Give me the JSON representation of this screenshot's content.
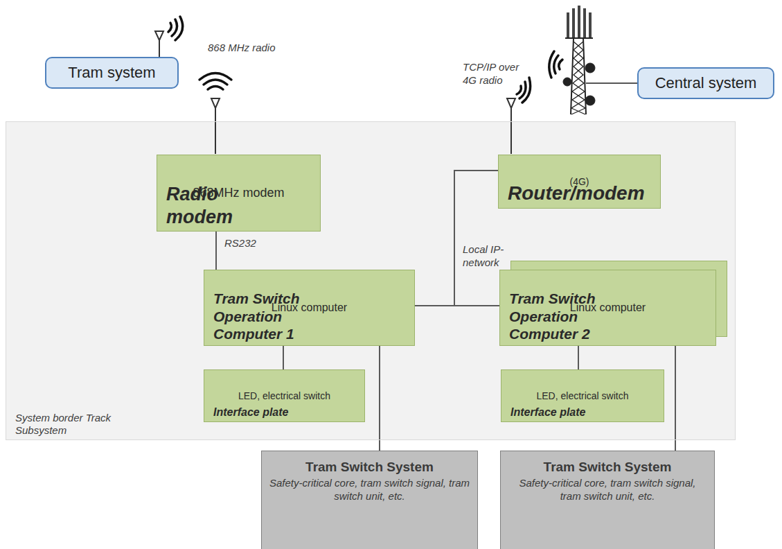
{
  "diagram": {
    "nodes": [
      {
        "text": [
          "Tram system"
        ]
      },
      {
        "text": [
          "Central system"
        ]
      },
      {
        "text": [
          "System border Track Subsystem"
        ]
      },
      {
        "text": [
          "Radio modem",
          "868MHz modem"
        ],
        "in": 2
      },
      {
        "text": [
          "Router/modem",
          "(4G)"
        ],
        "in": 2
      },
      {
        "text": [
          "Tram Switch Operation Computer 1",
          "Linux computer"
        ],
        "in": 2
      },
      {
        "text": [
          "Tram Switch Operation Computer  2",
          "Linux computer"
        ],
        "in": 2
      },
      {
        "text": [
          "Interface plate",
          "LED, electrical switch"
        ],
        "in": 2
      },
      {
        "text": [
          "Interface plate",
          "LED, electrical switch"
        ],
        "in": 2
      },
      {
        "text": [
          "Tram Switch System",
          "Safety-critical core, tram switch signal, tram switch unit, etc."
        ]
      },
      {
        "text": [
          "Tram Switch System",
          "Safety-critical core, tram switch signal, tram switch unit, etc."
        ]
      }
    ],
    "edges": [
      {
        "from": 3,
        "to": 5,
        "label": "RS232",
        "arrow": "none"
      },
      {
        "from": 5,
        "to": 6,
        "arrow": "none"
      },
      {
        "from": 4,
        "to": 5,
        "arrow": "none"
      },
      {
        "from": 4,
        "to": 6,
        "arrow": "none"
      },
      {
        "from": 5,
        "to": 7,
        "arrow": "none"
      },
      {
        "from": 6,
        "to": 8,
        "arrow": "none"
      },
      {
        "from": 5,
        "to": 9,
        "arrow": "none"
      },
      {
        "from": 6,
        "to": 10,
        "arrow": "none"
      }
    ],
    "labels": [
      "868 MHz radio",
      "TCP/IP over 4G radio",
      "Local IP-network"
    ]
  }
}
